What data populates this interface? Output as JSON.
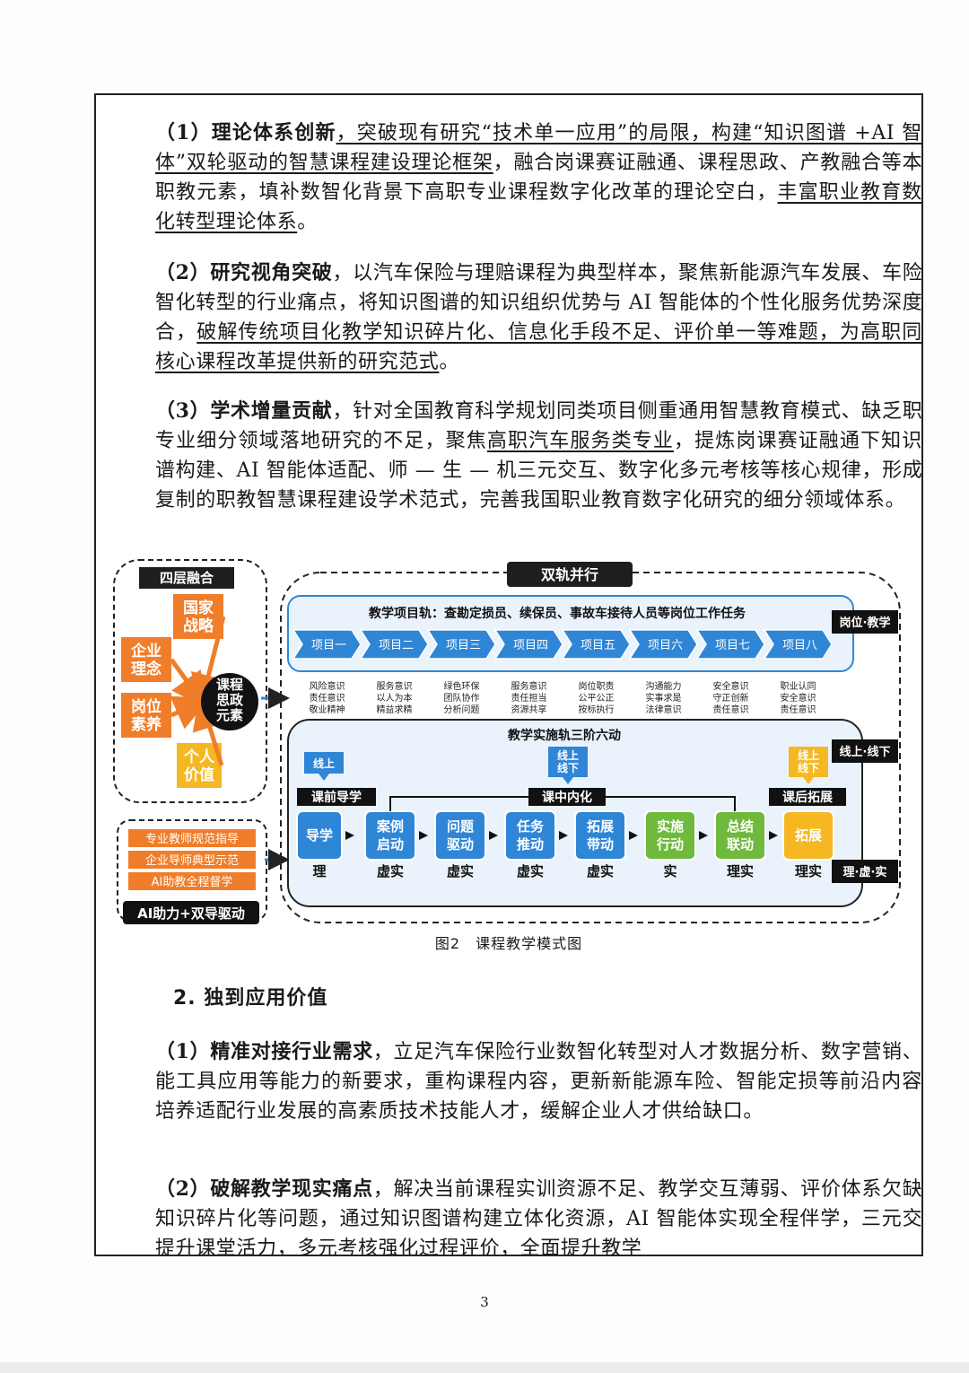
{
  "para1": {
    "label": "（1）理论体系创新",
    "t1": "，突破现有研究“技术单一应用”的局限，构建“知识图谱 +AI 智能体”双轮驱动的智慧课程建设理论框架",
    "t2": "，融合岗课赛证融通、课程思政、产教融合等本土职教元素，填补数智化背景下高职专业课程数字化改革的理论空白，",
    "t3": "丰富职业教育数字化转型理论体系",
    "t4": "。"
  },
  "para2": {
    "label": "（2）研究视角突破",
    "t1": "，以汽车保险与理赔课程为典型样本，聚焦新能源汽车发展、车险数智化转型的行业痛点，将知识图谱的知识组织优势与 AI 智能体的个性化服务优势深度耦合，",
    "t2": "破解传统项目化教学知识碎片化、信息化手段不足、评价单一等难题，为高职同类核心课程改革提供新的研究范式",
    "t3": "。"
  },
  "para3": {
    "label": "（3）学术增量贡献",
    "t1": "，针对全国教育科学规划同类项目侧重通用智慧教育模式、缺乏职教专业细分领域落地研究的不足，聚焦",
    "t2": "高职汽车服务类专业",
    "t3": "，提炼岗课赛证融通下知识图谱构建、AI 智能体适配、师 — 生 — 机三元交互、数字化多元考核等核心规律，形成可复制的职教智慧课程建设学术范式，完善我国职业教育数字化研究的细分领域体系。"
  },
  "figure": {
    "left_panel": {
      "title": "四层融合",
      "boxes": [
        "国家战略",
        "企业理念",
        "岗位素养",
        "个人价值"
      ],
      "center": "课程思政元素",
      "colors": {
        "orange": "#f07d2a",
        "yellow": "#f5b823",
        "dark": "#1e1e1e"
      }
    },
    "guide_panel": {
      "items": [
        "专业教师规范指导",
        "企业导师典型示范",
        "AI助教全程督学"
      ],
      "footer": "AI助力+双导驱动"
    },
    "right_panel": {
      "title": "双轨并行",
      "track1": {
        "title": "教学项目轨：查勘定损员、续保员、事故车接待人员等岗位工作任务",
        "tag": "岗位·教学",
        "projects": [
          "项目一",
          "项目二",
          "项目三",
          "项目四",
          "项目五",
          "项目六",
          "项目七",
          "项目八"
        ],
        "values": [
          [
            "风险意识",
            "责任意识",
            "敬业精神"
          ],
          [
            "服务意识",
            "以人为本",
            "精益求精"
          ],
          [
            "绿色环保",
            "团队协作",
            "分析问题"
          ],
          [
            "服务意识",
            "责任担当",
            "资源共享"
          ],
          [
            "岗位职责",
            "公平公正",
            "按标执行"
          ],
          [
            "沟通能力",
            "实事求是",
            "法律意识"
          ],
          [
            "安全意识",
            "守正创新",
            "责任意识"
          ],
          [
            "职业认同",
            "安全意识",
            "责任意识"
          ]
        ],
        "color": "#2f86d6"
      },
      "track2": {
        "title": "教学实施轨三阶六动",
        "tag_top": "线上·线下",
        "tag_bottom": "理·虚·实",
        "stage_labels": [
          "课前导学",
          "课中内化",
          "课后拓展"
        ],
        "mode_tags": [
          "线上",
          "线上\n线下",
          "线上\n线下"
        ],
        "steps": [
          {
            "name": "导学",
            "mode": "理"
          },
          {
            "name": "案例启动",
            "mode": "虚实"
          },
          {
            "name": "问题驱动",
            "mode": "虚实"
          },
          {
            "name": "任务推动",
            "mode": "虚实"
          },
          {
            "name": "拓展带动",
            "mode": "虚实"
          },
          {
            "name": "实施行动",
            "mode": "实"
          },
          {
            "name": "总结联动",
            "mode": "理实"
          },
          {
            "name": "拓展",
            "mode": "理实"
          }
        ]
      }
    }
  },
  "caption": "图2　课程教学模式图",
  "section_heading": "2. 独到应用价值",
  "para4": {
    "label": "（1）精准对接行业需求",
    "t1": "，立足汽车保险行业数智化转型对人才数据分析、数字营销、智能工具应用等能力的新要求，重构课程内容，更新新能源车险、智能定损等前沿内容，培养适配行业发展的高素质技术技能人才，缓解企业人才供给缺口。"
  },
  "para5": {
    "label": "（2）破解教学现实痛点",
    "t1": "，解决当前课程实训资源不足、教学交互薄弱、评价体系欠缺、知识碎片化等问题，通过知识图谱构建立体化资源，AI 智能体实现全程伴学，三元交互提升课堂活力，多元考核强化过程评价，全面提升教学"
  },
  "page_number": "3"
}
